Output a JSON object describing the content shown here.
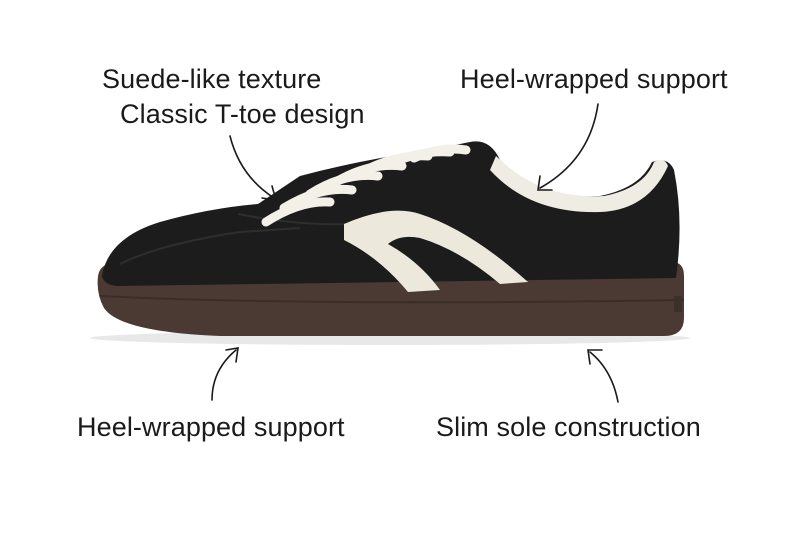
{
  "callouts": {
    "top_left_line1": "Suede-like texture",
    "top_left_line2": "Classic T-toe design",
    "top_right": "Heel-wrapped support",
    "bottom_left": "Heel-wrapped support",
    "bottom_right": "Slim sole construction"
  },
  "colors": {
    "upper": "#1c1c1c",
    "accent_stripe": "#ece8dc",
    "laces": "#f3f0e8",
    "sole": "#4a3a33",
    "text": "#1a1a1a"
  }
}
